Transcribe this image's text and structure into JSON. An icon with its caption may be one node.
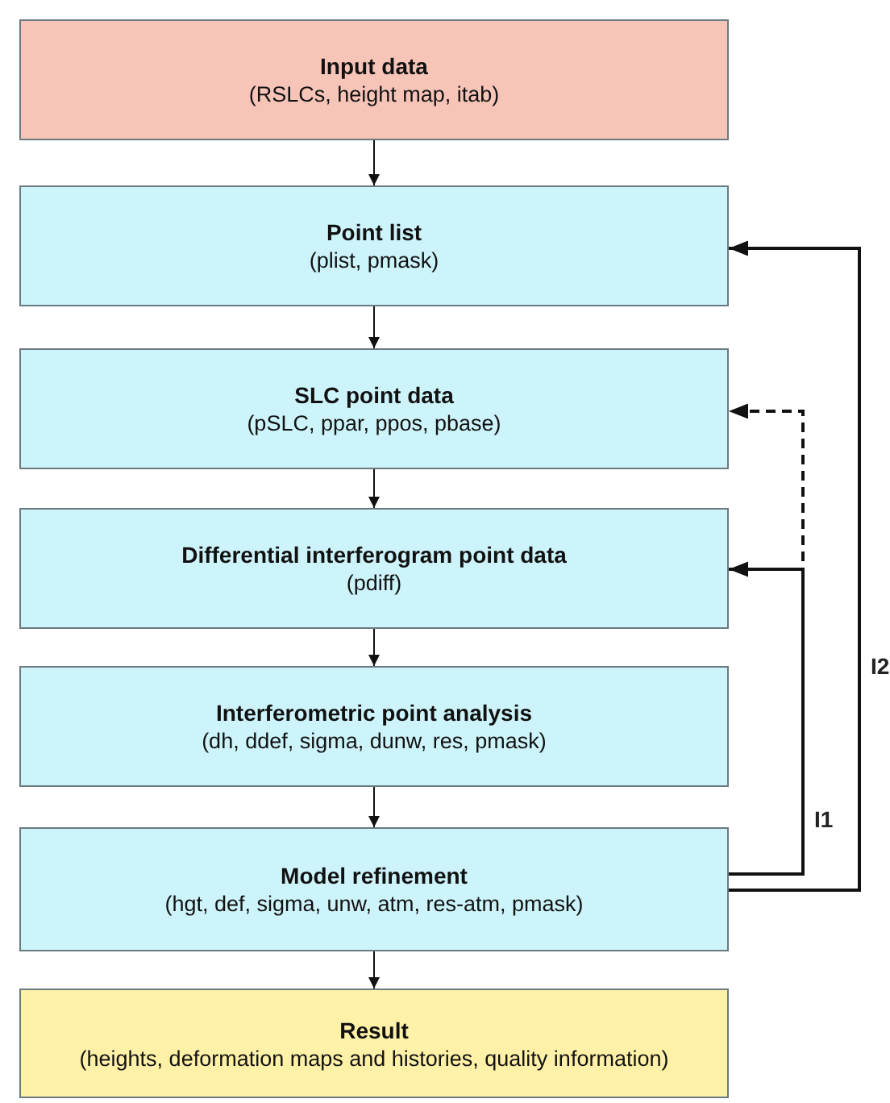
{
  "diagram": {
    "nodes": [
      {
        "text": [
          "Input data",
          "(RSLCs, height map, itab)"
        ]
      },
      {
        "text": [
          "Point list",
          "(plist, pmask)"
        ]
      },
      {
        "text": [
          "SLC point data",
          "(pSLC, ppar, ppos, pbase)"
        ]
      },
      {
        "text": [
          "Differential interferogram point data",
          "(pdiff)"
        ]
      },
      {
        "text": [
          "Interferometric point analysis",
          "(dh, ddef, sigma, dunw, res, pmask)"
        ]
      },
      {
        "text": [
          "Model refinement",
          "(hgt, def, sigma, unw, atm, res-atm, pmask)"
        ]
      },
      {
        "text": [
          "Result",
          "(heights, deformation maps and histories, quality information)"
        ]
      }
    ],
    "edges": [
      {
        "from": 0,
        "to": 1,
        "arrow": "to"
      },
      {
        "from": 1,
        "to": 2,
        "arrow": "to"
      },
      {
        "from": 2,
        "to": 3,
        "arrow": "to"
      },
      {
        "from": 3,
        "to": 4,
        "arrow": "to"
      },
      {
        "from": 4,
        "to": 5,
        "arrow": "to"
      },
      {
        "from": 5,
        "to": 6,
        "arrow": "to"
      },
      {
        "from": 5,
        "to": 3,
        "arrow": "to",
        "label": "I1"
      },
      {
        "from": 5,
        "to": 2,
        "arrow": "to",
        "style": "dashed"
      },
      {
        "from": 5,
        "to": 1,
        "arrow": "to",
        "label": "I2"
      }
    ]
  }
}
